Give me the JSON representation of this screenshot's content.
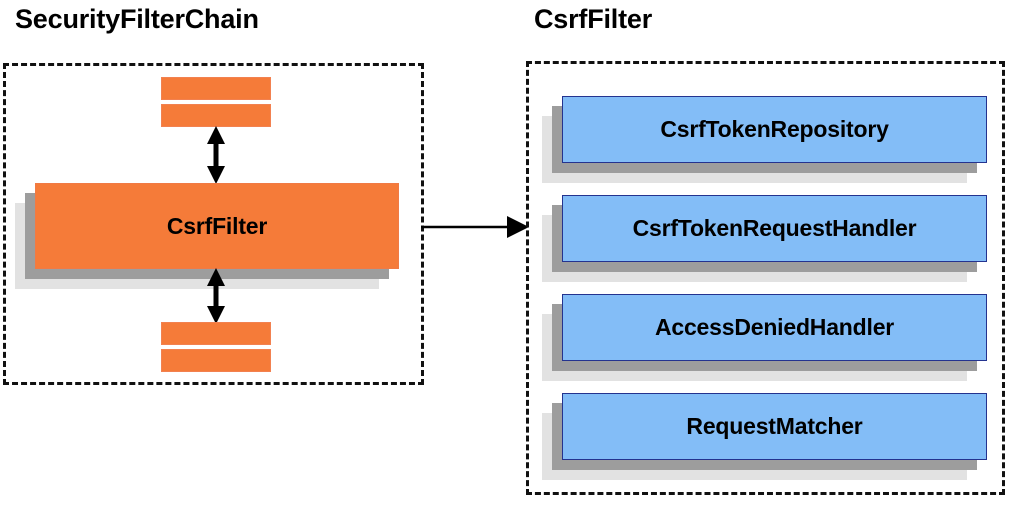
{
  "diagram": {
    "type": "component-relationship-diagram",
    "background_color": "#ffffff",
    "panels": [
      {
        "id": "security-filter-chain",
        "title": "SecurityFilterChain",
        "border_style": "dashed",
        "border_color": "#111111",
        "node_color": "#f57b39",
        "main_node": "CsrfFilter",
        "placeholder_bars_above": 2,
        "placeholder_bars_below": 2
      },
      {
        "id": "csrf-filter",
        "title": "CsrfFilter",
        "border_style": "dashed",
        "border_color": "#111111",
        "node_color": "#83bdf7",
        "node_border_color": "#24338f",
        "collaborators": [
          "CsrfTokenRepository",
          "CsrfTokenRequestHandler",
          "AccessDeniedHandler",
          "RequestMatcher"
        ]
      }
    ],
    "connectors": [
      {
        "id": "chain-up",
        "kind": "double-arrow-vertical"
      },
      {
        "id": "chain-down",
        "kind": "double-arrow-vertical"
      },
      {
        "id": "panel-link",
        "kind": "single-arrow-right"
      }
    ],
    "shadow_colors": {
      "dark": "#9d9d9d",
      "light": "#e2e2e2"
    }
  },
  "labels": {
    "left_panel_title": "SecurityFilterChain",
    "right_panel_title": "CsrfFilter",
    "csrf_filter_node": "CsrfFilter",
    "collab_0": "CsrfTokenRepository",
    "collab_1": "CsrfTokenRequestHandler",
    "collab_2": "AccessDeniedHandler",
    "collab_3": "RequestMatcher"
  }
}
